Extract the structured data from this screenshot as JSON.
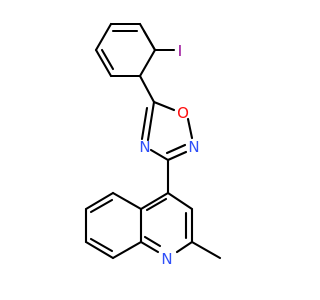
{
  "molecule": {
    "atoms": {
      "iodine": "I",
      "oxadiazole_oxygen": "O",
      "oxadiazole_n2": "N",
      "oxadiazole_n4": "N",
      "quinoline_n": "N"
    },
    "colors": {
      "bond": "#000000",
      "iodine": "#940094",
      "oxygen": "#ff0d0d",
      "nitrogen": "#3050f8",
      "background": "#ffffff"
    }
  }
}
